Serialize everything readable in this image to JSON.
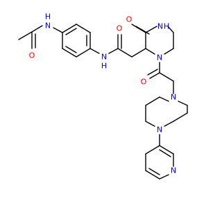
{
  "structure": {
    "colors": {
      "bond": "#000000",
      "nitrogen": "#0000ff",
      "oxygen": "#ff0000",
      "background": "#ffffff"
    },
    "atoms": {
      "o_acetyl": "O",
      "n_acetamide": "N",
      "h_acetamide": "H",
      "n_amide": "N",
      "h_amide": "H",
      "o_amide": "O",
      "o_ring": "O",
      "n_ring_nh": "N",
      "h_ring_nh": "H",
      "n_ring_acyl": "N",
      "o_acyl": "O",
      "n_pip_top": "N",
      "n_pip_bottom": "N",
      "n_pyridine": "N"
    }
  }
}
